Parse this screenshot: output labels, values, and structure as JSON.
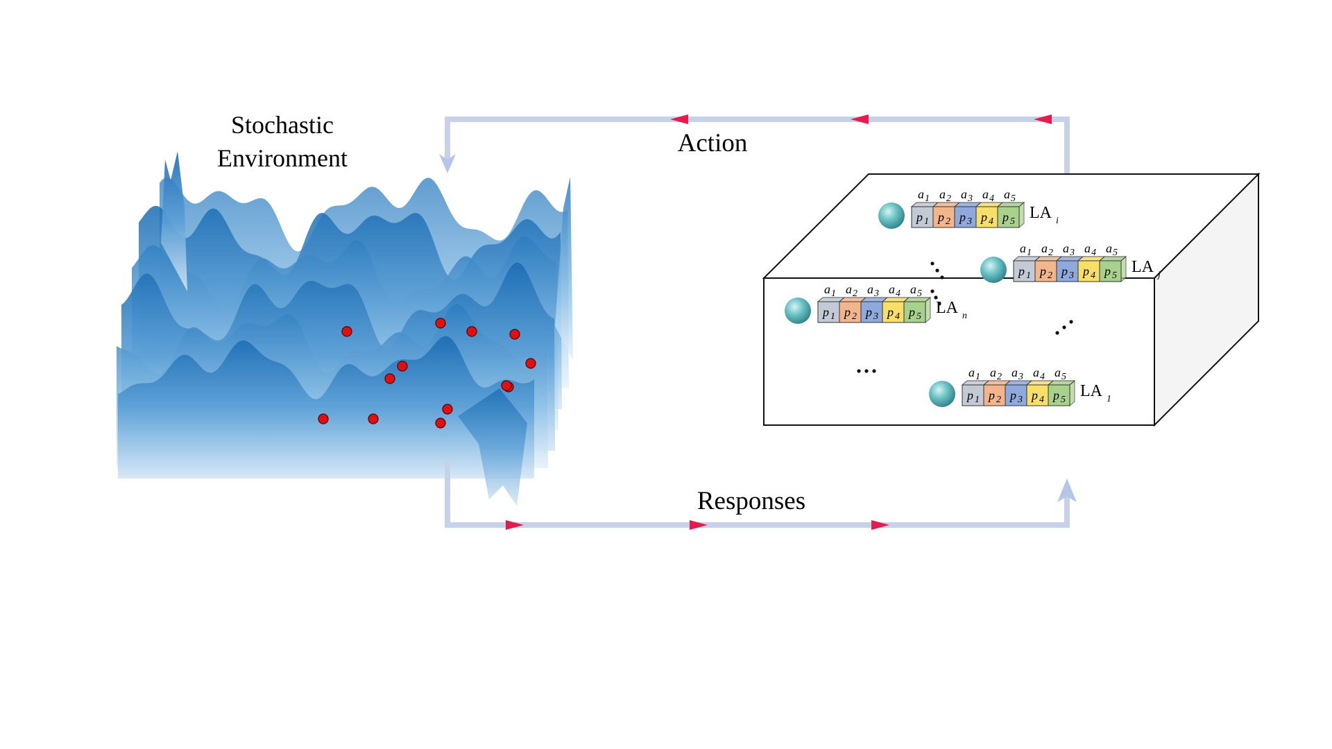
{
  "environment": {
    "title_line1": "Stochastic",
    "title_line2": "Environment"
  },
  "flow": {
    "action_label": "Action",
    "responses_label": "Responses"
  },
  "automata": [
    {
      "name": "LA",
      "subscript": "i"
    },
    {
      "name": "LA",
      "subscript": "j"
    },
    {
      "name": "LA",
      "subscript": "n"
    },
    {
      "name": "LA",
      "subscript": "1"
    }
  ],
  "cells": {
    "action_symbol": "a",
    "prob_symbol": "p",
    "indices": [
      "1",
      "2",
      "3",
      "4",
      "5"
    ]
  },
  "colors": {
    "arrow_line": "#c5d2ea",
    "arrow_head": "#e8194f",
    "terrain_dark": "#1f6fb5",
    "terrain_light": "#bcd9ef",
    "marker": "#e01010",
    "ball": "#4fb3b8",
    "cells": [
      "#c3cad6",
      "#f2b58c",
      "#8fa9dd",
      "#f7df6a",
      "#a9d18e"
    ]
  }
}
